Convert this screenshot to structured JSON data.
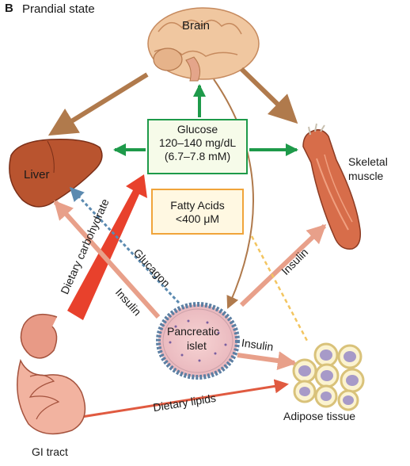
{
  "panel": {
    "letter": "B",
    "title": "Prandial state"
  },
  "organs": {
    "brain": "Brain",
    "liver": "Liver",
    "skeletal_muscle_line1": "Skeletal",
    "skeletal_muscle_line2": "muscle",
    "pancreas_line1": "Pancreatic",
    "pancreas_line2": "islet",
    "gi_tract": "GI tract",
    "adipose": "Adipose tissue"
  },
  "glucose_box": {
    "line1": "Glucose",
    "line2": "120–140 mg/dL",
    "line3": "(6.7–7.8 mM)"
  },
  "fatty_acids_box": {
    "line1": "Fatty Acids",
    "line2": "<400 μM"
  },
  "arrow_labels": {
    "dietary_carbohydrate": "Dietary carbohydrate",
    "glucagon": "Glucagon",
    "insulin_liver": "Insulin",
    "insulin_muscle": "Insulin",
    "insulin_adipose": "Insulin",
    "dietary_lipids": "Dietary lipids"
  },
  "colors": {
    "glucose_arrow": "#1e9a4a",
    "brain_arrow": "#b07a4c",
    "insulin_arrow": "#e8a08a",
    "carbohydrate_arrow": "#e8412c",
    "glucagon_arrow": "#5b8ab0",
    "fatty_acid_arrow": "#f3c560",
    "lipid_arrow": "#e05a40"
  }
}
